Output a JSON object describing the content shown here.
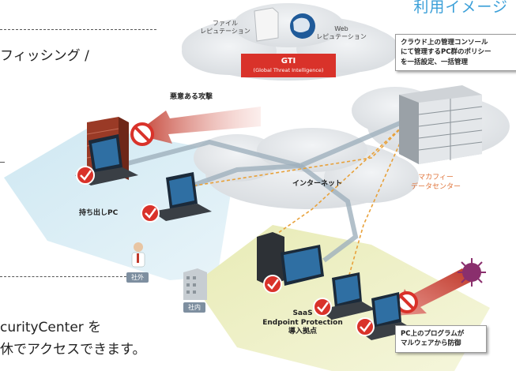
{
  "corner_title": "利用イメージ",
  "left_text": {
    "line1": "フィッシング /",
    "line2": "curityCenter を",
    "line3": "休でアクセスできます。"
  },
  "cloud": {
    "file_reputation": "ファイル\nレピュテーション",
    "web_reputation": "Web\nレピュテーション",
    "gti_label": "GTI",
    "gti_sub": "(Global Threat Intelligence)"
  },
  "callouts": {
    "console": "クラウド上の管理コンソール\nにて管理するPC群のポリシー\nを一括設定、一括管理",
    "protect": "PC上のプログラムが\nマルウェアから防御"
  },
  "labels": {
    "attack": "悪意ある攻撃",
    "datacenter": "マカフィー\nデータセンター",
    "internet": "インターネット",
    "mobile_pc": "持ち出しPC",
    "outside": "社外",
    "inside": "社内",
    "saas": "SaaS\nEndpoint Protection\n導入拠点"
  },
  "colors": {
    "title_blue": "#3a9fd8",
    "attack_red": "#c0392b",
    "gti_red": "#d9322a",
    "dc_orange": "#e0743a",
    "zone_blue": "#cfe8f2",
    "zone_yellow": "#eef0c4",
    "cloud_gray": "#e3e6ea",
    "dashed_orange": "#e8a13a"
  }
}
